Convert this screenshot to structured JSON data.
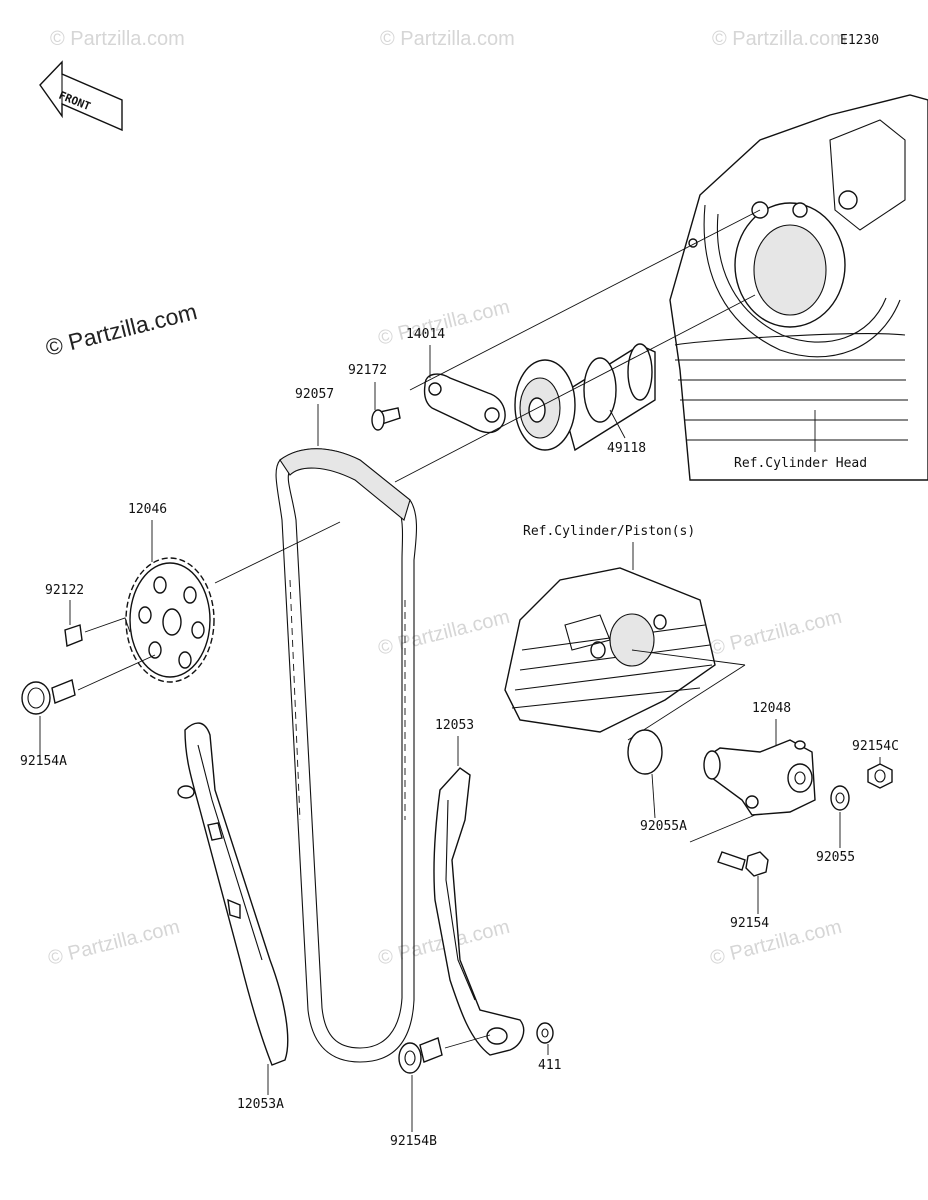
{
  "diagram_code": "E1230",
  "watermark": "© Partzilla.com",
  "front_label": "FRONT",
  "parts": {
    "p14014": "14014",
    "p92172": "92172",
    "p92057": "92057",
    "p49118": "49118",
    "ref_cylinder_head": "Ref.Cylinder Head",
    "p12046": "12046",
    "p92122": "92122",
    "p92154A": "92154A",
    "ref_cylinder_piston": "Ref.Cylinder/Piston(s)",
    "p12053": "12053",
    "p12048": "12048",
    "p92154C": "92154C",
    "p92055A": "92055A",
    "p92055": "92055",
    "p92154": "92154",
    "p411": "411",
    "p12053A": "12053A",
    "p92154B": "92154B"
  }
}
